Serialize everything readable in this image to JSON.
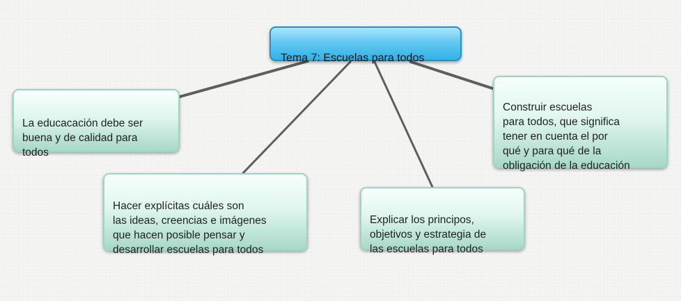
{
  "mindmap": {
    "root": {
      "text": "Tema 7: Escuelas para todos"
    },
    "nodes": {
      "left": {
        "text": "La educacación debe ser\nbuena y de calidad para\ntodos"
      },
      "mid_left": {
        "text": "Hacer explícitas cuáles son\nlas ideas, creencias e imágenes\nque hacen posible pensar y\ndesarrollar escuelas para todos"
      },
      "mid_right": {
        "text": "Explicar los principos,\nobjetivos y estrategia de\nlas escuelas para todos"
      },
      "right": {
        "text": "Construir escuelas\npara todos, que significa\ntener en cuenta el por\nqué y para qué de la\nobligación de la educación"
      }
    },
    "colors": {
      "root_fill": "#4cc0ee",
      "root_border": "#2c8fbf",
      "leaf_fill_top": "#f6fffc",
      "leaf_fill_bottom": "#a7d8c8",
      "leaf_border": "#9fd4c4",
      "connector": "#5e5e5e",
      "background": "#f4f4f3"
    }
  }
}
